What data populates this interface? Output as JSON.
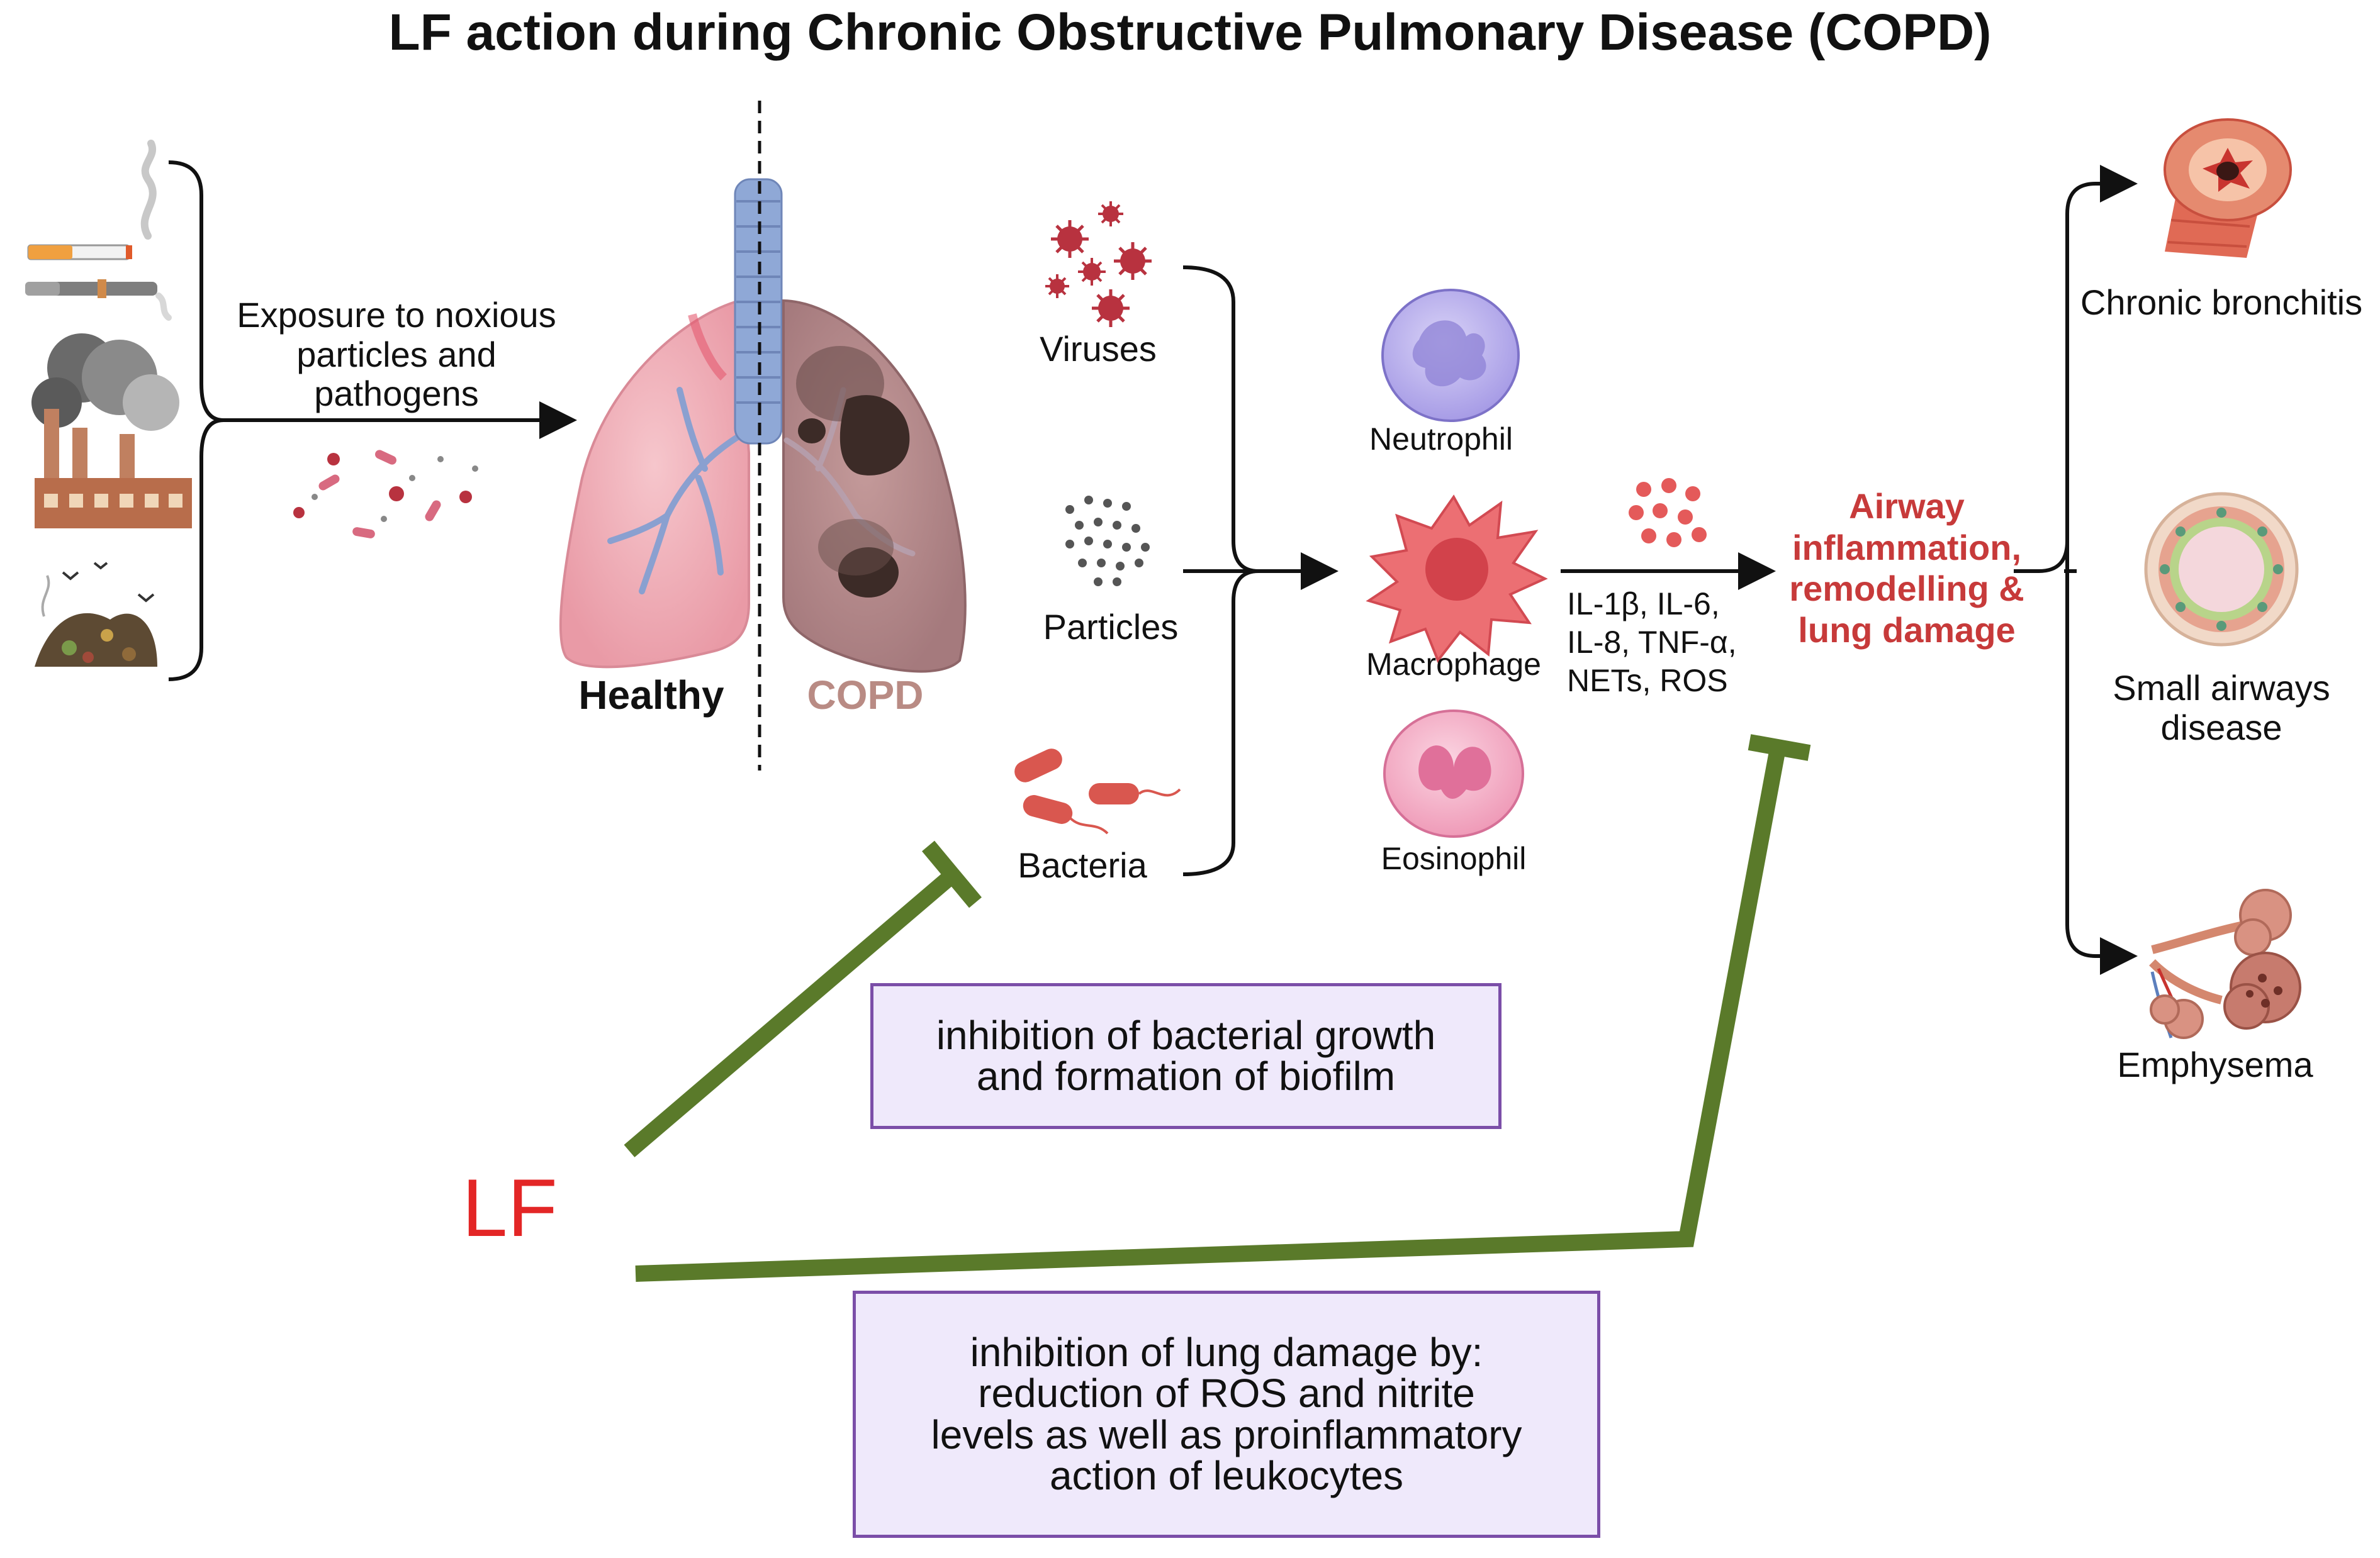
{
  "title": "LF action during Chronic Obstructive Pulmonary Disease (COPD)",
  "exposure": {
    "lines": [
      "Exposure to noxious",
      "particles and",
      "pathogens"
    ]
  },
  "lungs": {
    "healthy": "Healthy",
    "copd": "COPD"
  },
  "pathogens": {
    "viruses": "Viruses",
    "particles": "Particles",
    "bacteria": "Bacteria"
  },
  "cells": {
    "neutrophil": "Neutrophil",
    "macrophage": "Macrophage",
    "eosinophil": "Eosinophil"
  },
  "mediators": {
    "lines": [
      "IL-1β, IL-6,",
      "IL-8, TNF-α,",
      "NETs, ROS"
    ]
  },
  "outcome": {
    "lines": [
      "Airway",
      "inflammation,",
      "remodelling &",
      "lung damage"
    ]
  },
  "diseases": {
    "chronic_bronchitis": "Chronic bronchitis",
    "small_airways": [
      "Small airways",
      "disease"
    ],
    "emphysema": "Emphysema"
  },
  "lf_label": "LF",
  "box_bacterial": {
    "lines": [
      "inhibition of bacterial growth",
      "and formation of biofilm"
    ]
  },
  "box_lung": {
    "lines": [
      "inhibition of lung damage by:",
      "reduction of ROS and nitrite",
      "levels  as well as proinflammatory",
      "action of leukocytes"
    ]
  },
  "colors": {
    "inhibition_arrow": "#5a7a2a",
    "outcome_text": "#c73a3a",
    "lf_text": "#e32626",
    "box_fill": "#efe9fb",
    "box_border": "#7b4ea8"
  }
}
